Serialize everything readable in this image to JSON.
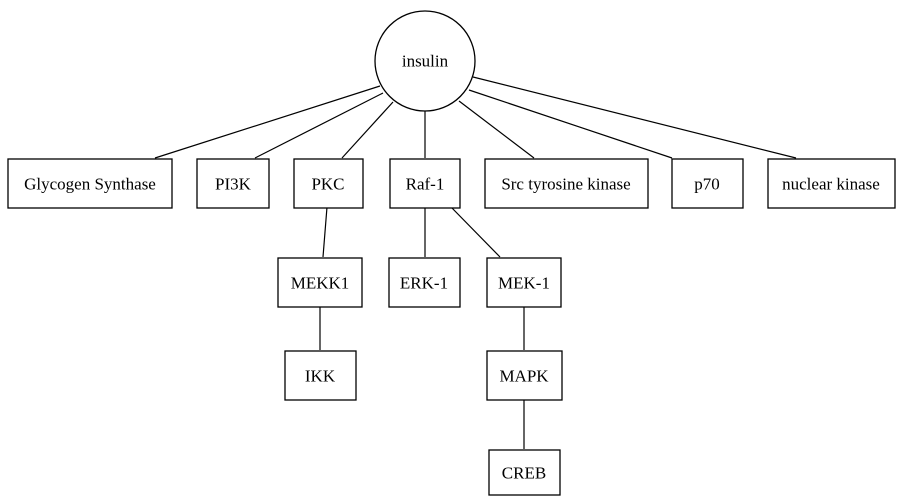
{
  "nodes": {
    "insulin": "insulin",
    "glycogen_synthase": "Glycogen Synthase",
    "pi3k": "PI3K",
    "pkc": "PKC",
    "raf1": "Raf-1",
    "src": "Src tyrosine kinase",
    "p70": "p70",
    "nuclear_kinase": "nuclear kinase",
    "mekk1": "MEKK1",
    "erk1": "ERK-1",
    "mek1": "MEK-1",
    "ikk": "IKK",
    "mapk": "MAPK",
    "creb": "CREB"
  },
  "edges": [
    [
      "insulin",
      "glycogen_synthase"
    ],
    [
      "insulin",
      "pi3k"
    ],
    [
      "insulin",
      "pkc"
    ],
    [
      "insulin",
      "raf1"
    ],
    [
      "insulin",
      "src"
    ],
    [
      "insulin",
      "p70"
    ],
    [
      "insulin",
      "nuclear_kinase"
    ],
    [
      "pkc",
      "mekk1"
    ],
    [
      "raf1",
      "erk1"
    ],
    [
      "raf1",
      "mek1"
    ],
    [
      "mekk1",
      "ikk"
    ],
    [
      "mek1",
      "mapk"
    ],
    [
      "mapk",
      "creb"
    ]
  ],
  "style": {
    "line_color": "#000000",
    "node_fill": "#ffffff"
  }
}
